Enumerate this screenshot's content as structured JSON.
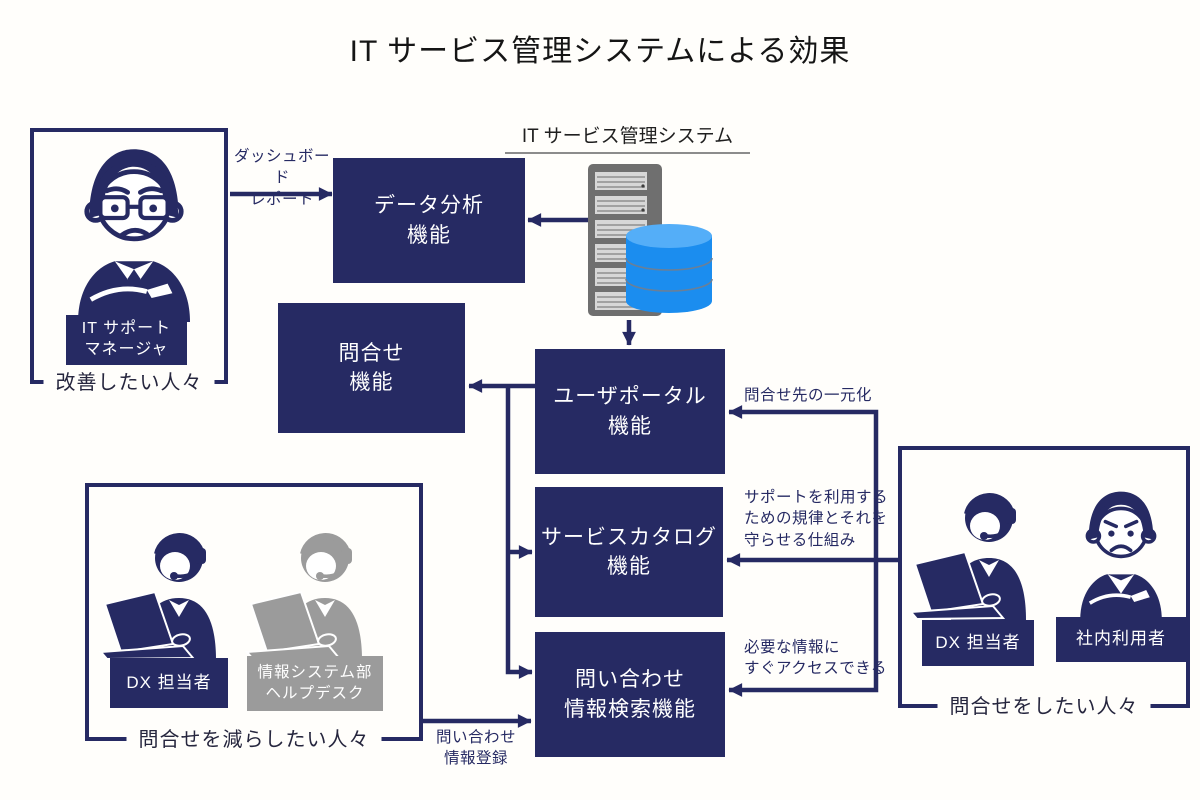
{
  "page": {
    "title": "IT サービス管理システムによる効果"
  },
  "system": {
    "heading": "IT サービス管理システム"
  },
  "features": {
    "data_analysis": "データ分析\n機能",
    "inquiry": "問合せ\n機能",
    "user_portal": "ユーザポータル\n機能",
    "service_catalog": "サービスカタログ\n機能",
    "inquiry_search": "問い合わせ\n情報検索機能"
  },
  "groups": {
    "improve": {
      "label": "改善したい人々",
      "badge": "IT サポート\nマネージャ"
    },
    "reduce": {
      "label": "問合せを減らしたい人々",
      "badges": [
        "DX 担当者",
        "情報システム部\nヘルプデスク"
      ]
    },
    "inquire": {
      "label": "問合せをしたい人々",
      "badges": [
        "DX 担当者",
        "社内利用者"
      ]
    }
  },
  "arrows": {
    "dashboard": "ダッシュボード\nレポート",
    "centralize": "問合せ先の一元化",
    "discipline": "サポートを利用する\nための規律とそれを\n守らせる仕組み",
    "quick_access": "必要な情報に\nすぐアクセスできる",
    "register": "問い合わせ\n情報登録"
  },
  "colors": {
    "navy": "#262A63",
    "helpdesk_gray": "#9B9B9B",
    "server_gray": "#6F6F6F",
    "database_blue": "#1B8DEF",
    "background": "#fffefb"
  }
}
